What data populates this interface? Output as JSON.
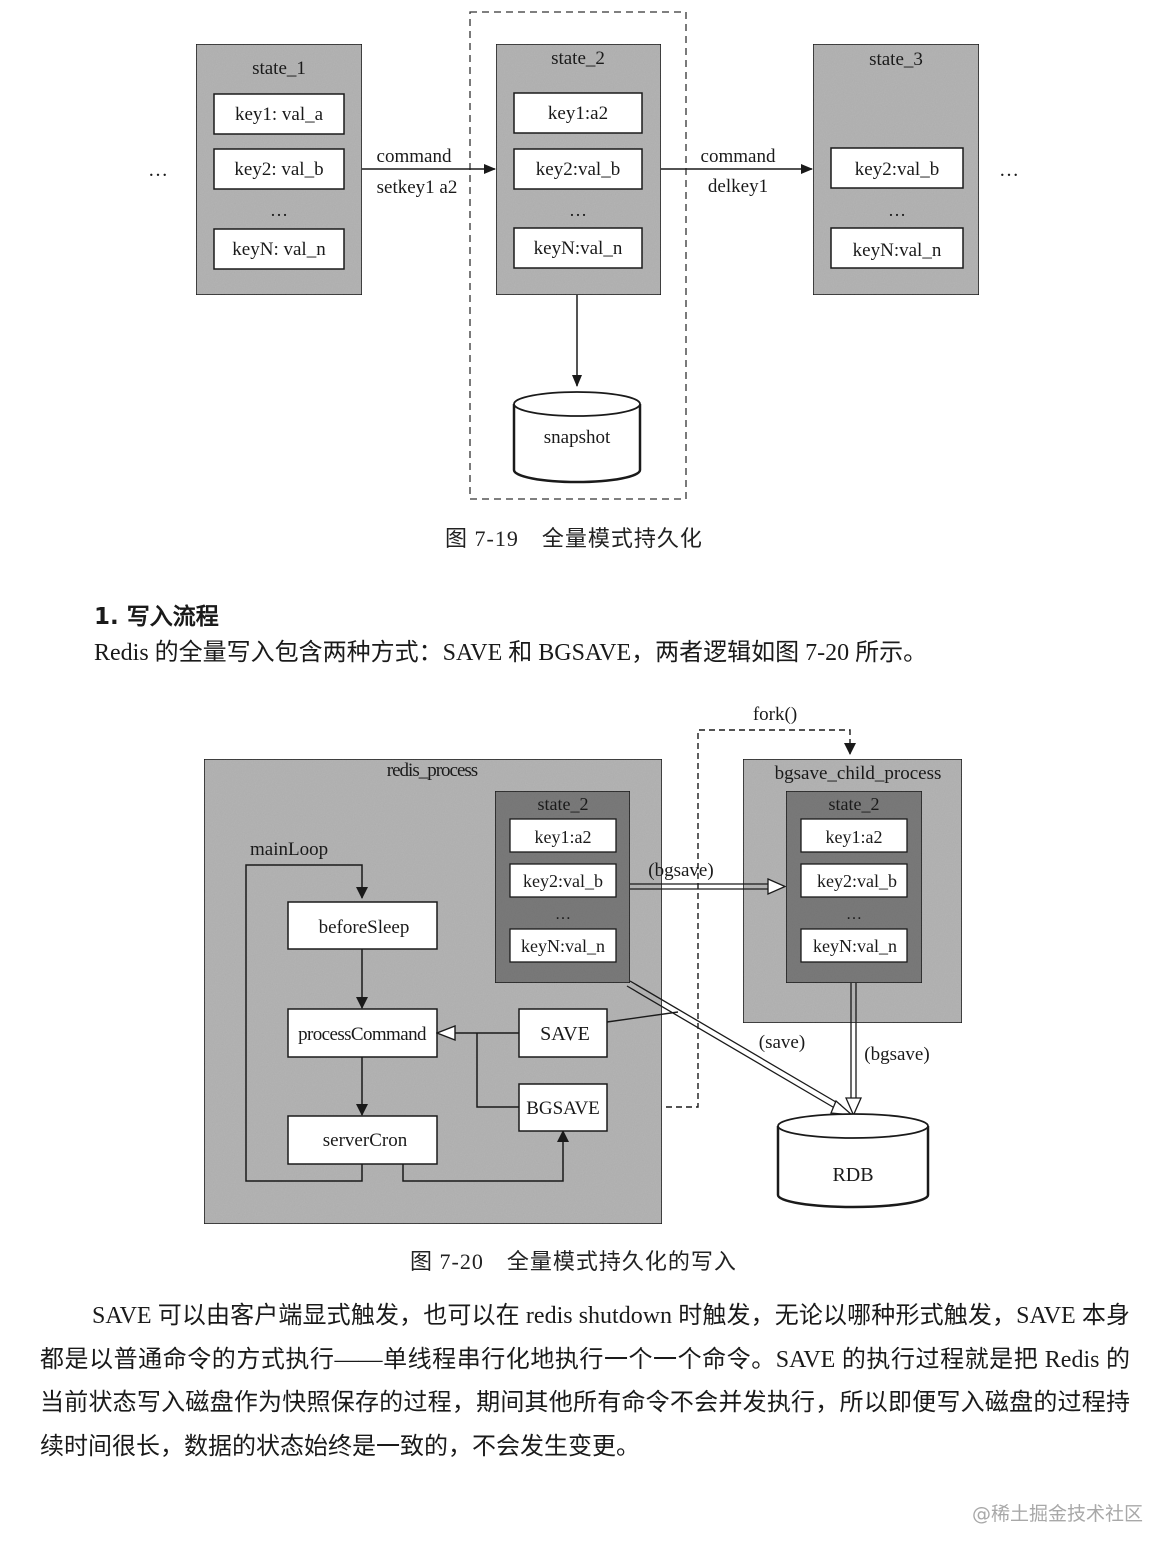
{
  "figure1": {
    "caption": "图 7-19　全量模式持久化",
    "ellipsis_left": "…",
    "ellipsis_right": "…",
    "states": [
      {
        "title": "state_1",
        "rows": [
          "key1: val_a",
          "key2: val_b",
          "…",
          "keyN: val_n"
        ]
      },
      {
        "title": "state_2",
        "rows": [
          "key1:a2",
          "key2:val_b",
          "…",
          "keyN:val_n"
        ]
      },
      {
        "title": "state_3",
        "rows": [
          "key2:val_b",
          "…",
          "keyN:val_n"
        ]
      }
    ],
    "arrows": [
      {
        "line1": "command",
        "line2": "setkey1 a2"
      },
      {
        "line1": "command",
        "line2": "delkey1"
      }
    ],
    "snapshot_label": "snapshot"
  },
  "section": {
    "heading": "1. 写入流程",
    "intro": "Redis 的全量写入包含两种方式：SAVE 和 BGSAVE，两者逻辑如图 7-20 所示。"
  },
  "figure2": {
    "caption": "图 7-20　全量模式持久化的写入",
    "fork_label": "fork()",
    "redis_process_label": "redis_process",
    "child_process_label": "bgsave_child_process",
    "mainloop_label": "mainLoop",
    "loop_steps": [
      "beforeSleep",
      "processCommand",
      "serverCron"
    ],
    "commands": [
      "SAVE",
      "BGSAVE"
    ],
    "parent_state": {
      "title": "state_2",
      "rows": [
        "key1:a2",
        "key2:val_b",
        "…",
        "keyN:val_n"
      ]
    },
    "child_state": {
      "title": "state_2",
      "rows": [
        "key1:a2",
        "key2:val_b",
        "…",
        "keyN:val_n"
      ]
    },
    "edge_labels": {
      "bgsave_copy": "(bgsave)",
      "save": "(save)",
      "bgsave_write": "(bgsave)"
    },
    "rdb_label": "RDB"
  },
  "body_paragraph": [
    "SAVE 可以由客户端显式触发，也可以在 redis shutdown 时触发，无论以哪种形式触发，SAVE 本身都是以普通命令的方式执行——单线程串行化地执行一个一个命令。SAVE 的执行过程就是把 Redis 的当前状态写入磁盘作为快照保存的过程，期间其他所有命令不会并发执行，所以即便写入磁盘的过程持续时间很长，数据的状态始终是一致的，不会发生变更。"
  ],
  "watermark": "@稀土掘金技术社区",
  "colors": {
    "outer_box": "#b4b4b4",
    "inner_state_box": "#7a7a7a",
    "white_box": "#ffffff",
    "stroke": "#1a1a1a"
  }
}
